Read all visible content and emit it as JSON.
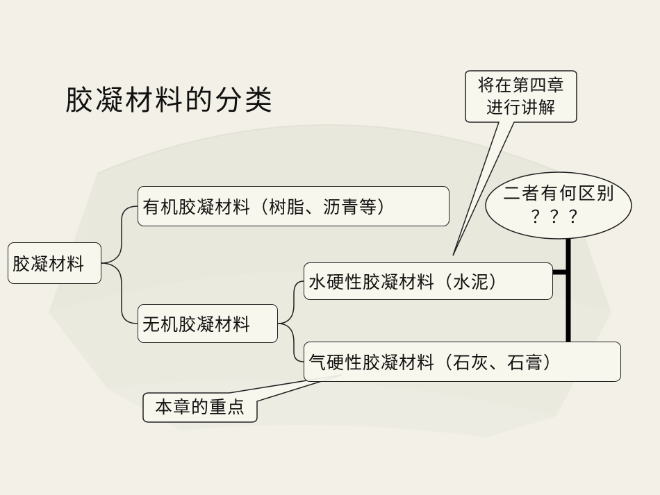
{
  "title": "胶凝材料的分类",
  "nodes": {
    "root": "胶凝材料",
    "organic": "有机胶凝材料（树脂、沥青等）",
    "inorganic": "无机胶凝材料",
    "hydraulic": "水硬性胶凝材料（水泥）",
    "air": "气硬性胶凝材料（石灰、石膏）"
  },
  "callouts": {
    "chapter4": {
      "line1": "将在第四章",
      "line2": "进行讲解"
    },
    "difference": {
      "line1": "二者有何区别",
      "line2": "？？？"
    },
    "focus": "本章的重点"
  }
}
